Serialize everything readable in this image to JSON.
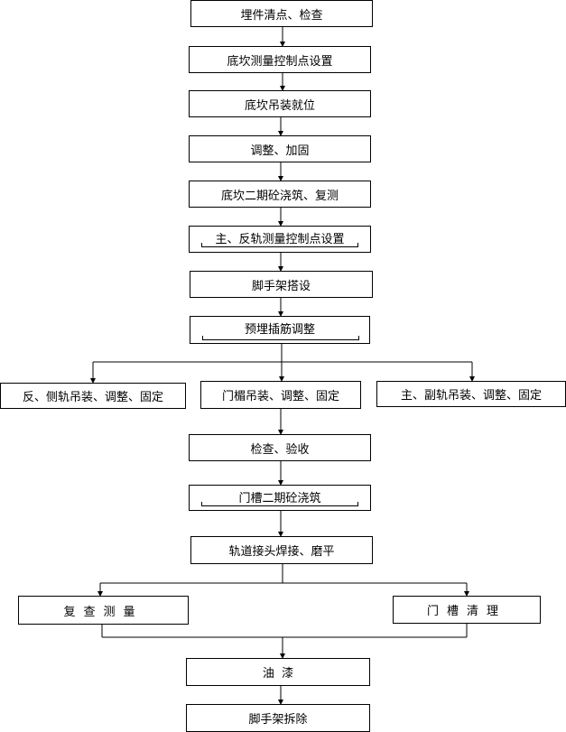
{
  "steps": {
    "s1": "埋件清点、检查",
    "s2": "底坎测量控制点设置",
    "s3": "底坎吊装就位",
    "s4": "调整、加固",
    "s5": "底坎二期砼浇筑、复测",
    "s6": "主、反轨测量控制点设置",
    "s7": "脚手架搭设",
    "s8": "预埋插筋调整",
    "s9a": "反、侧轨吊装、调整、固定",
    "s9b": "门楣吊装、调整、固定",
    "s9c": "主、副轨吊装、调整、固定",
    "s10": "检查、验收",
    "s11": "门槽二期砼浇筑",
    "s12": "轨道接头焊接、磨平",
    "s13a": "复查测量",
    "s13b": "门槽清理",
    "s14": "油  漆",
    "s15": "脚手架拆除"
  }
}
